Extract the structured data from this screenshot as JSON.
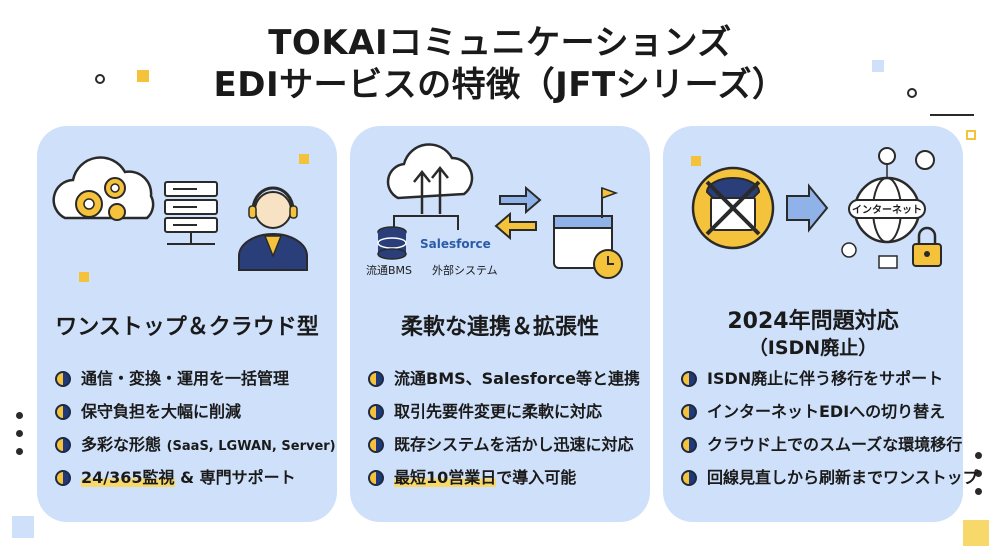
{
  "title": {
    "line1": "TOKAIコミュニケーションズ",
    "line2": "EDIサービスの特徴（JFTシリーズ）"
  },
  "cards": [
    {
      "heading": "ワンストップ＆クラウド型",
      "bullets": [
        {
          "text": "通信・変換・運用を一括管理"
        },
        {
          "text": "保守負担を大幅に削減"
        },
        {
          "text": "多彩な形態",
          "suffix": "(SaaS, LGWAN, Server)"
        },
        {
          "text": "24/365監視",
          "suffix": "& 専門サポート"
        }
      ],
      "icons": [
        "cloud-gears-icon",
        "server-icon",
        "support-operator-icon"
      ]
    },
    {
      "heading": "柔軟な連携＆拡張性",
      "icon_labels": {
        "db": "流通BMS",
        "external": "外部システム",
        "brand": "Salesforce"
      },
      "bullets": [
        {
          "text": "流通BMS、Salesforce等と連携"
        },
        {
          "text": "取引先要件変更に柔軟に対応"
        },
        {
          "text": "既存システムを活かし迅速に対応"
        },
        {
          "text": "最短10営業日",
          "suffix": "で導入可能"
        }
      ],
      "icons": [
        "cloud-upload-icon",
        "database-icon",
        "exchange-arrows-icon",
        "calendar-clock-icon"
      ]
    },
    {
      "heading": "2024年問題対応",
      "subheading": "（ISDN廃止）",
      "icon_labels": {
        "globe": "インターネット"
      },
      "bullets": [
        {
          "text": "ISDN廃止に伴う移行をサポート"
        },
        {
          "text": "インターネットEDIへの切り替え"
        },
        {
          "text": "クラウド上でのスムーズな環境移行"
        },
        {
          "text": "回線見直しから刷新までワンストップ"
        }
      ],
      "icons": [
        "no-phone-icon",
        "arrow-right-icon",
        "internet-globe-icon",
        "lock-icon"
      ]
    }
  ],
  "colors": {
    "card": "#cfe0fa",
    "accent": "#f5c33b",
    "navy": "#1e3a7a"
  }
}
